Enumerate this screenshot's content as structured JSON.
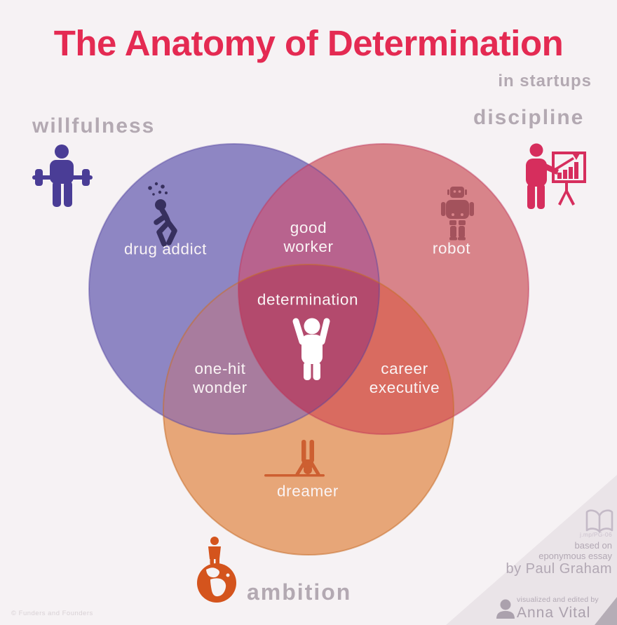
{
  "header": {
    "title": "The Anatomy of Determination",
    "subtitle": "in startups"
  },
  "sets": [
    {
      "name": "willfulness",
      "icon": "weightlifter-icon",
      "color": "#8e86c3"
    },
    {
      "name": "discipline",
      "icon": "presenter-icon",
      "color": "#d8848a"
    },
    {
      "name": "ambition",
      "icon": "person-on-globe-icon",
      "color": "#e7a678"
    }
  ],
  "regions": [
    {
      "sets": [
        "willfulness"
      ],
      "label": "drug addict",
      "icon": "staggering-person-icon"
    },
    {
      "sets": [
        "discipline"
      ],
      "label": "robot",
      "icon": "robot-icon"
    },
    {
      "sets": [
        "willfulness",
        "discipline"
      ],
      "label": "good\nworker"
    },
    {
      "sets": [
        "willfulness",
        "ambition"
      ],
      "label": "one-hit\nwonder"
    },
    {
      "sets": [
        "discipline",
        "ambition"
      ],
      "label": "career\nexecutive"
    },
    {
      "sets": [
        "ambition"
      ],
      "label": "dreamer",
      "icon": "headstand-person-icon"
    },
    {
      "sets": [
        "willfulness",
        "discipline",
        "ambition"
      ],
      "label": "determination",
      "icon": "arms-raised-person-icon"
    }
  ],
  "credits": {
    "link": "j.mp/PG-06",
    "based_on": "based on\neponymous essay",
    "author": "by Paul Graham",
    "byline_label": "visualized and edited by",
    "byline_name": "Anna Vital",
    "copyright": "© Funders and Founders",
    "book_icon": "book-icon",
    "byline_icon": "person-bust-icon"
  },
  "palette": {
    "background": "#f6f2f4",
    "title": "#e42a52",
    "muted_label": "#b3a9b2",
    "region_label": "#faf4f5",
    "willfulness_fill": "#8e86c3",
    "discipline_fill": "#d8848a",
    "ambition_fill": "#e7a678",
    "willfulness_discipline_fill": "#b8638e",
    "willfulness_ambition_fill": "#a87c9e",
    "discipline_ambition_fill": "#d96b60",
    "center_fill": "#b34a6d",
    "willfulness_icon": "#4a3d96",
    "discipline_icon": "#d62e5d",
    "ambition_icon": "#d4541d",
    "drug_addict_icon": "#37305e",
    "robot_icon": "#a3525c",
    "dreamer_icon": "#cd5f31",
    "determination_icon": "#ffffff",
    "credits_icon": "#c4bac7",
    "byline_icon_color": "#aba1ad",
    "wedge": "#eae4e8",
    "wedge_dark": "#b5adb6"
  }
}
